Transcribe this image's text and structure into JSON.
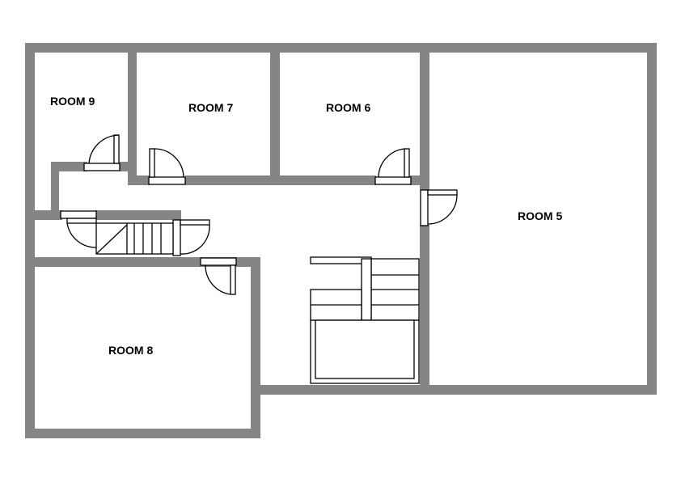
{
  "rooms": [
    {
      "id": "room-9",
      "label": "ROOM 9"
    },
    {
      "id": "room-7",
      "label": "ROOM 7"
    },
    {
      "id": "room-6",
      "label": "ROOM 6"
    },
    {
      "id": "room-5",
      "label": "ROOM 5"
    },
    {
      "id": "room-8",
      "label": "ROOM 8"
    }
  ],
  "colors": {
    "wall": "#858585",
    "line": "#000000",
    "background": "#ffffff"
  }
}
